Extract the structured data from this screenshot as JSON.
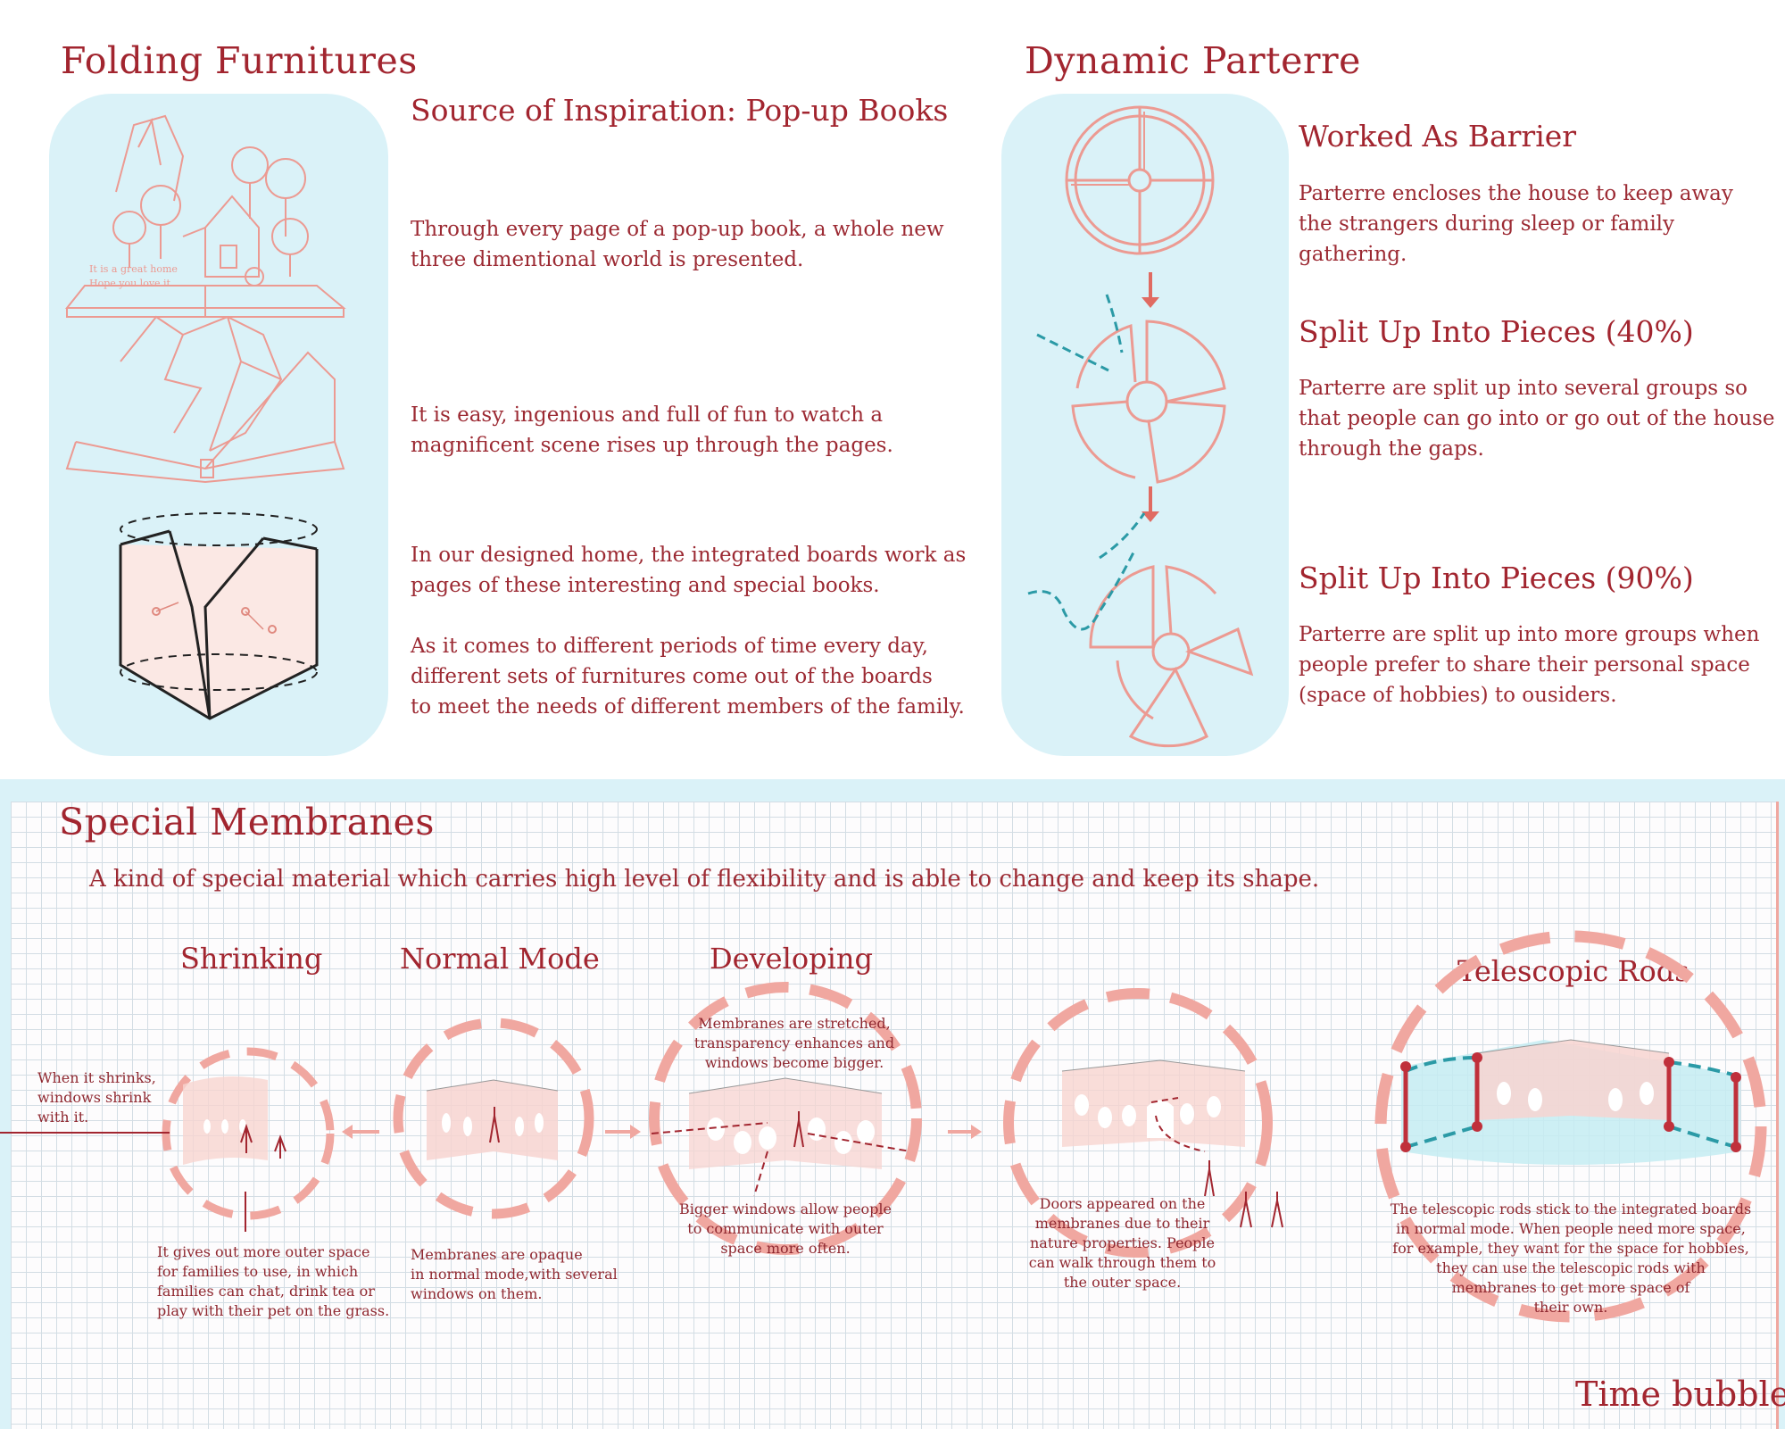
{
  "folding": {
    "title": "Folding Furnitures",
    "subtitle": "Source of Inspiration:   Pop-up Books",
    "paragraphs": [
      "Through every page of a pop-up book, a whole new\nthree dimentional world is presented.",
      "It is easy, ingenious and full of fun to watch a\nmagnificent scene rises up through the pages.",
      "In our designed home, the integrated boards work as\npages of these interesting and special books.",
      "As it comes to different  periods of time every day,\ndifferent sets of furnitures come out of the boards\nto meet the needs of different members of the family."
    ],
    "book_text": "It is a great home\nHope you love it."
  },
  "parterre": {
    "title": "Dynamic  Parterre",
    "items": [
      {
        "heading": "Worked As Barrier",
        "text": "Parterre encloses the house to keep away\nthe strangers during sleep or family gathering."
      },
      {
        "heading": "Split Up Into Pieces (40%)",
        "text": "Parterre are split up into several groups so\nthat people can go into or go out of the house\nthrough the gaps."
      },
      {
        "heading": "Split Up Into Pieces (90%)",
        "text": "Parterre are split up into more groups when\npeople prefer to share their personal space\n(space of hobbies) to ousiders."
      }
    ]
  },
  "membranes": {
    "title": "Special Membranes",
    "description": "A kind of special material which carries high level of flexibility and is able to change and keep its shape.",
    "stages": [
      "Shrinking",
      "Normal Mode",
      "Developing",
      "Telescopic Rods"
    ],
    "notes": {
      "shrink_side": "When it shrinks,\nwindows  shrink\nwith it.",
      "shrink_below": "It gives out more outer space\nfor families to use, in which\nfamilies can chat, drink tea or\nplay with their pet on the grass.",
      "normal_below": "Membranes are opaque\nin normal mode,with several\nwindows on them.",
      "dev_top": "Membranes are stretched,\ntransparency enhances and\nwindows become bigger.",
      "dev_bottom": "Bigger windows allow people\nto communicate with outer\nspace more often.",
      "doors": "Doors appeared on the\nmembranes  due to their\nnature properties. People\ncan walk through them to\nthe outer space.",
      "rods": "The telescopic rods stick to the integrated boards\nin normal mode. When people need more space,\nfor example, they want for the space for hobbies,\nthey can use the telescopic rods with\nmembranes to get more space of\ntheir own."
    },
    "footer": "Time bubble"
  },
  "colors": {
    "accent": "#a2252f",
    "panel_blue": "#daf2f8",
    "salmon": "#f0a7a0",
    "teal": "#2b9aa6",
    "grid_line": "#d3dde4"
  }
}
